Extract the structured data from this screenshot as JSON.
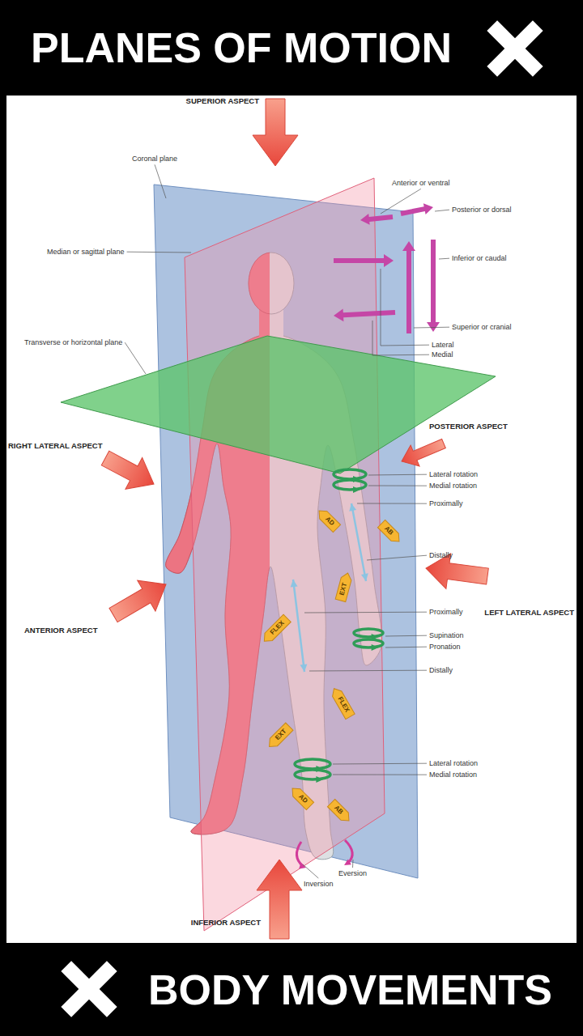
{
  "diagram": {
    "title": "PLANES OF MOTION",
    "caption": "BODY MOVEMENTS",
    "nodes": [
      {
        "text": [
          "AD"
        ]
      },
      {
        "text": [
          "AB"
        ]
      },
      {
        "text": [
          "EXT"
        ]
      },
      {
        "text": [
          "FLEX"
        ]
      },
      {
        "text": [
          "FLEX"
        ]
      },
      {
        "text": [
          "EXT"
        ]
      },
      {
        "text": [
          "AD"
        ]
      },
      {
        "text": [
          "AB"
        ]
      }
    ],
    "labels": [
      "SUPERIOR ASPECT",
      "Coronal plane",
      "Median or sagittal plane",
      "Transverse or horizontal plane",
      "Anterior or ventral",
      "Posterior or dorsal",
      "Inferior or caudal",
      "Superior or cranial",
      "Lateral",
      "Medial",
      "POSTERIOR ASPECT",
      "RIGHT LATERAL ASPECT",
      "Lateral rotation",
      "Medial rotation",
      "Proximally",
      "Distally",
      "Proximally",
      "LEFT LATERAL ASPECT",
      "ANTERIOR ASPECT",
      "Supination",
      "Pronation",
      "Distally",
      "Lateral rotation",
      "Medial rotation",
      "Eversion",
      "Inversion",
      "INFERIOR ASPECT"
    ]
  }
}
